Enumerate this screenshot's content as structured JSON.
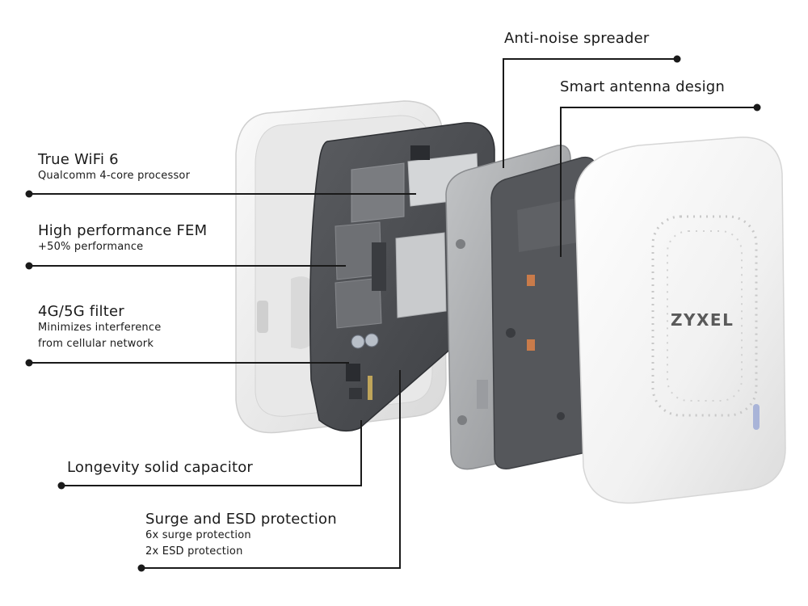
{
  "brand": "ZYXEL",
  "callouts": {
    "wifi": {
      "title": "True WiFi 6",
      "sub": [
        "Qualcomm 4-core processor"
      ]
    },
    "fem": {
      "title": "High performance FEM",
      "sub": [
        "+50% performance"
      ]
    },
    "filter": {
      "title": "4G/5G filter",
      "sub": [
        "Minimizes interference",
        "from cellular network"
      ]
    },
    "capacitor": {
      "title": "Longevity solid capacitor",
      "sub": []
    },
    "surge": {
      "title": "Surge and ESD protection",
      "sub": [
        "6x surge protection",
        "2x ESD protection"
      ]
    },
    "spreader": {
      "title": "Anti-noise spreader",
      "sub": []
    },
    "antenna": {
      "title": "Smart antenna design",
      "sub": []
    }
  },
  "colors": {
    "leader": "#1a1a1a",
    "pcb": "#4a4c50",
    "spreader": "#a9abae",
    "antenna_board": "#55575b",
    "housing": "#f2f2f2",
    "shield": "#c6c8ca"
  }
}
